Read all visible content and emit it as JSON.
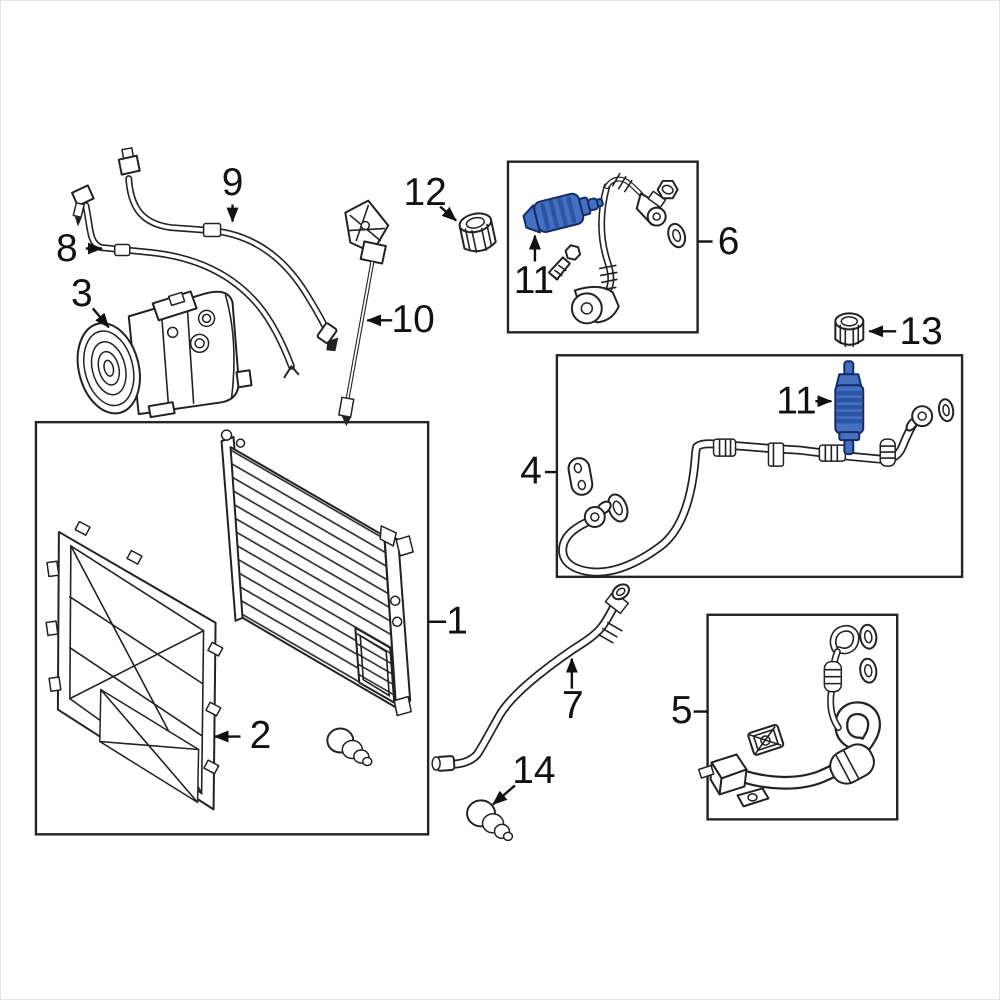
{
  "diagram": {
    "background_color": "#ffffff",
    "line_color": "#222222",
    "highlight_color": "#4470c4",
    "highlight_shade_color": "#2b55a3",
    "highlight_outline_color": "#152c63",
    "callouts": {
      "c1": "1",
      "c2": "2",
      "c3": "3",
      "c4": "4",
      "c5": "5",
      "c6": "6",
      "c7": "7",
      "c8": "8",
      "c9": "9",
      "c10": "10",
      "c11_top": "11",
      "c11_mid": "11",
      "c12": "12",
      "c13": "13",
      "c14": "14"
    }
  }
}
